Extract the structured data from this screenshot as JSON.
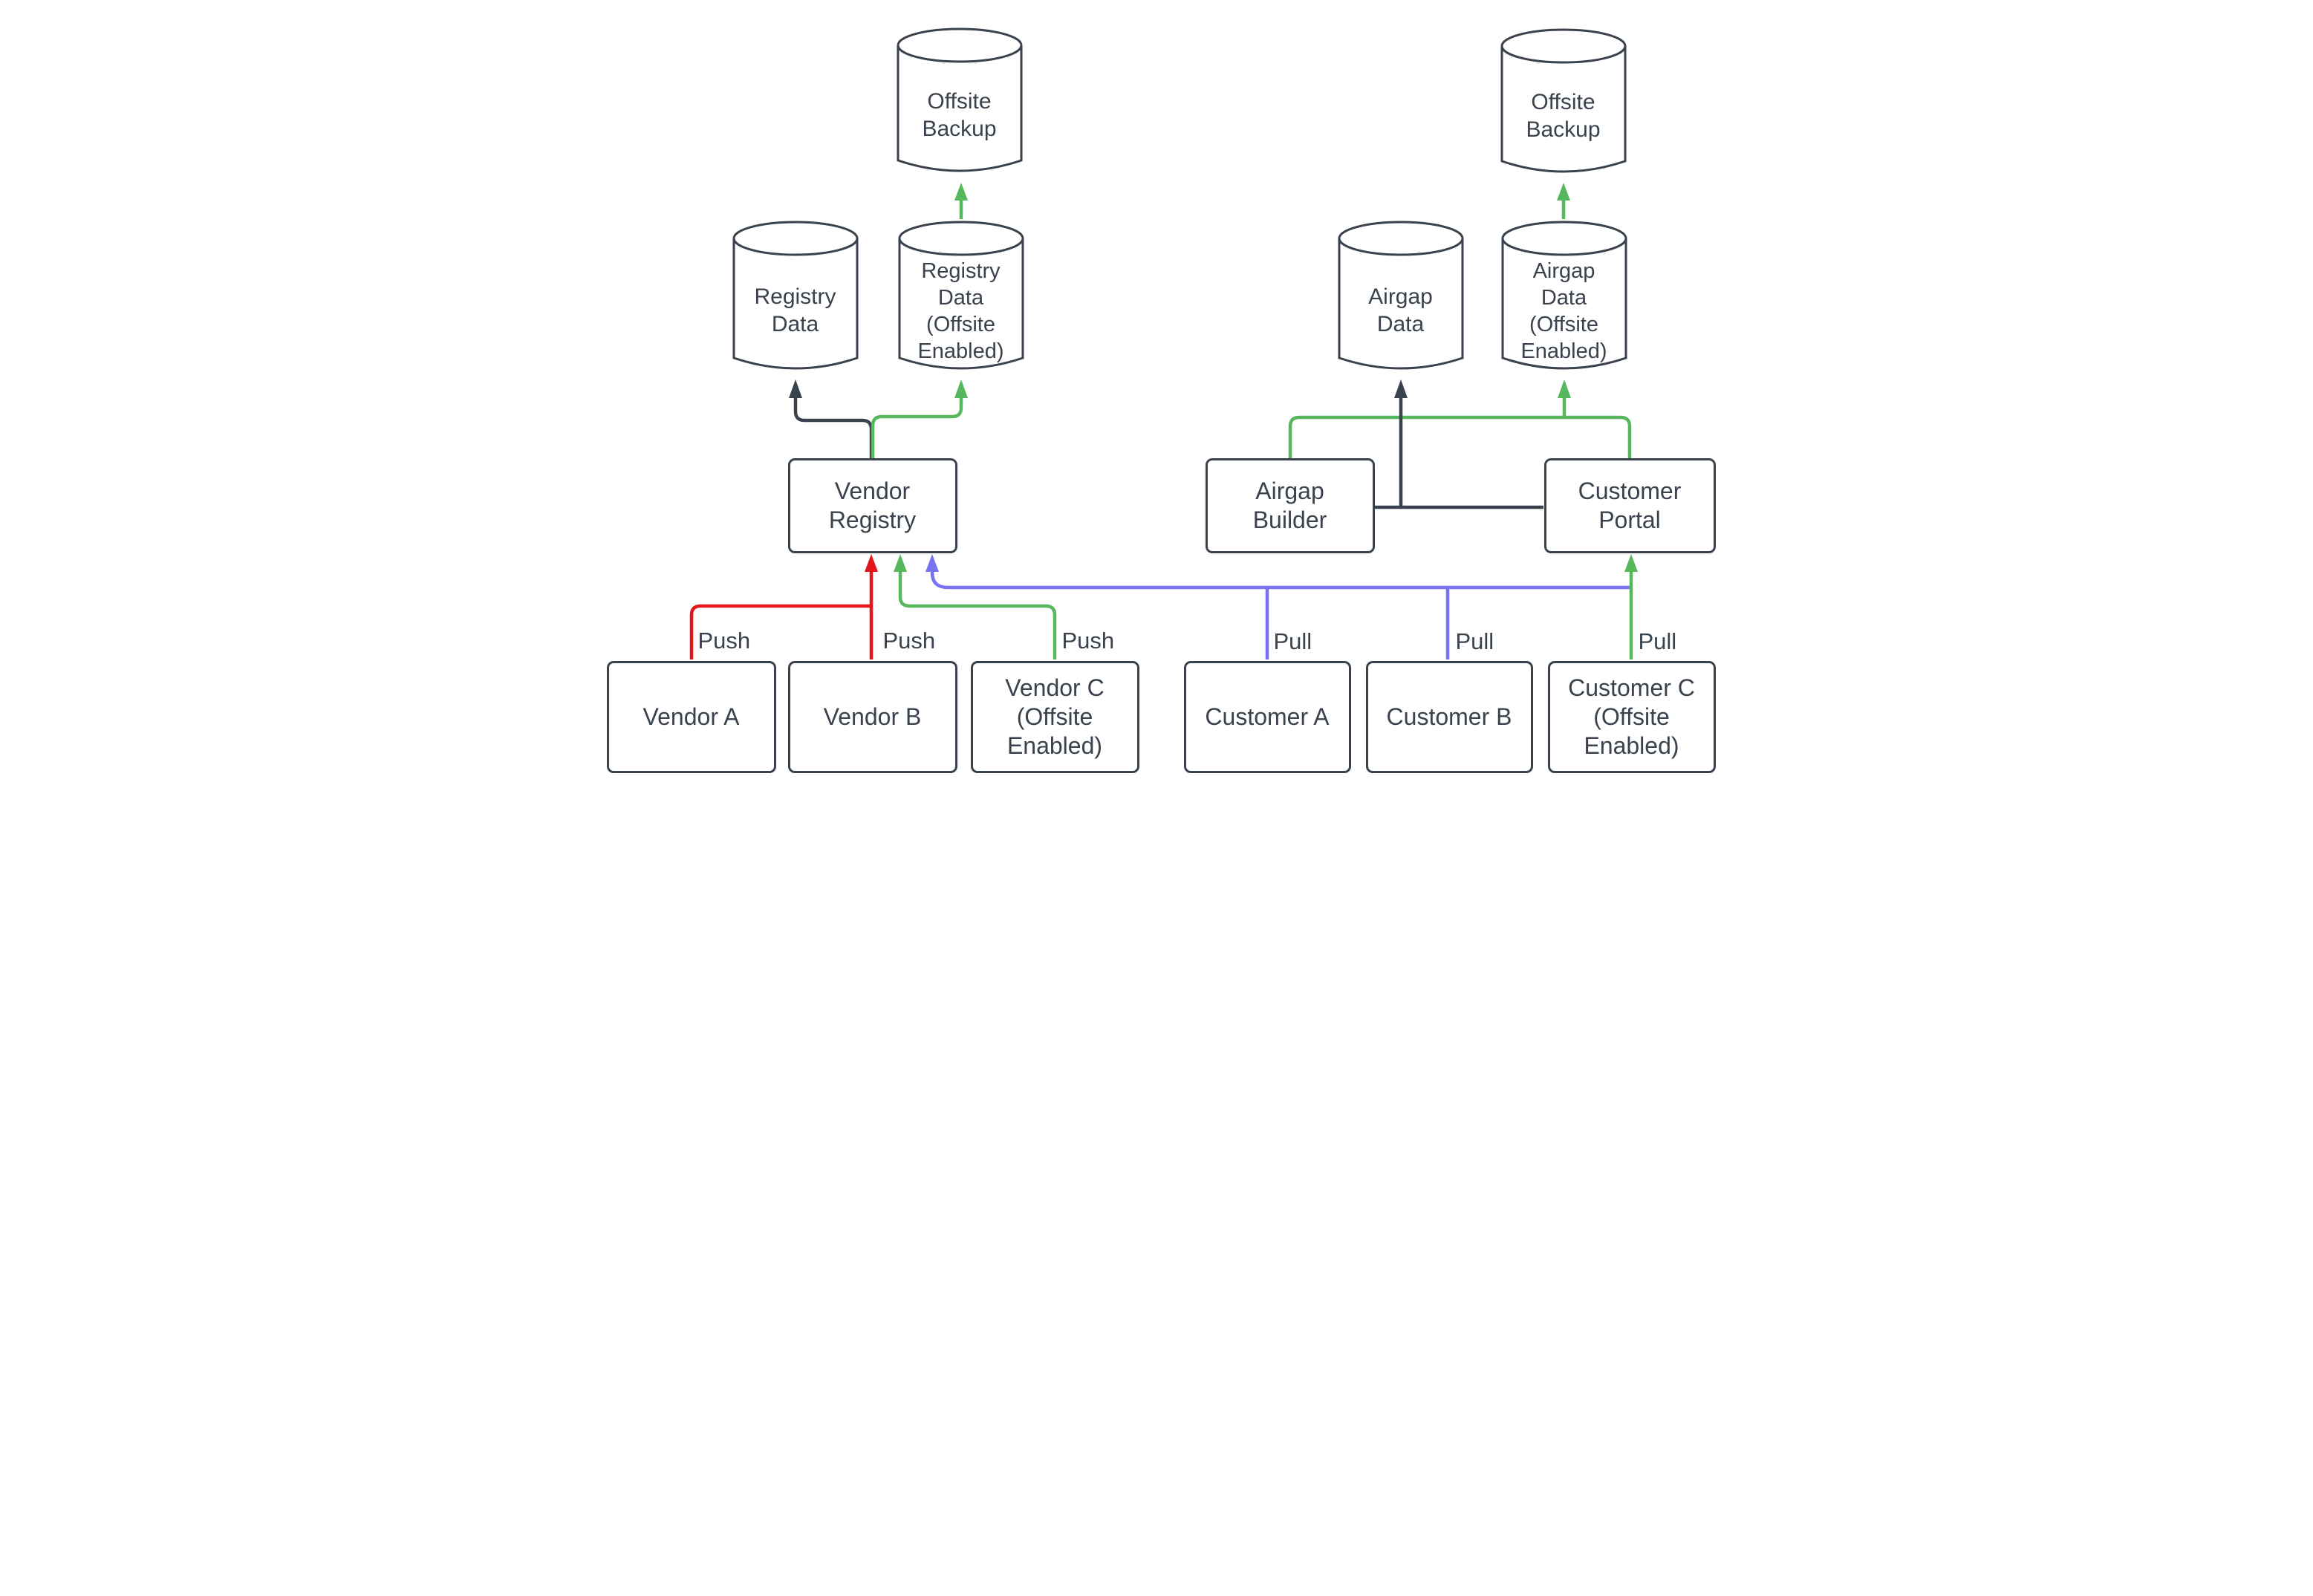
{
  "nodes": {
    "offsite_backup_left": {
      "label": "Offsite\nBackup"
    },
    "offsite_backup_right": {
      "label": "Offsite\nBackup"
    },
    "registry_data": {
      "label": "Registry\nData"
    },
    "registry_data_offsite": {
      "label": "Registry\nData\n(Offsite\nEnabled)"
    },
    "airgap_data": {
      "label": "Airgap\nData"
    },
    "airgap_data_offsite": {
      "label": "Airgap\nData\n(Offsite\nEnabled)"
    },
    "vendor_registry": {
      "label": "Vendor\nRegistry"
    },
    "airgap_builder": {
      "label": "Airgap\nBuilder"
    },
    "customer_portal": {
      "label": "Customer\nPortal"
    },
    "vendor_a": {
      "label": "Vendor A"
    },
    "vendor_b": {
      "label": "Vendor B"
    },
    "vendor_c": {
      "label": "Vendor C\n(Offsite\nEnabled)"
    },
    "customer_a": {
      "label": "Customer A"
    },
    "customer_b": {
      "label": "Customer B"
    },
    "customer_c": {
      "label": "Customer C\n(Offsite\nEnabled)"
    }
  },
  "edge_labels": {
    "push_vendor_a": "Push",
    "push_vendor_b": "Push",
    "push_vendor_c": "Push",
    "pull_customer_a": "Pull",
    "pull_customer_b": "Pull",
    "pull_customer_c": "Pull"
  },
  "colors": {
    "line_dark": "#39424d",
    "push_red": "#e2171b",
    "offsite_green": "#56b75d",
    "pull_blue": "#7873f2",
    "node_fill": "#ffffff",
    "background": "#ffffff"
  }
}
